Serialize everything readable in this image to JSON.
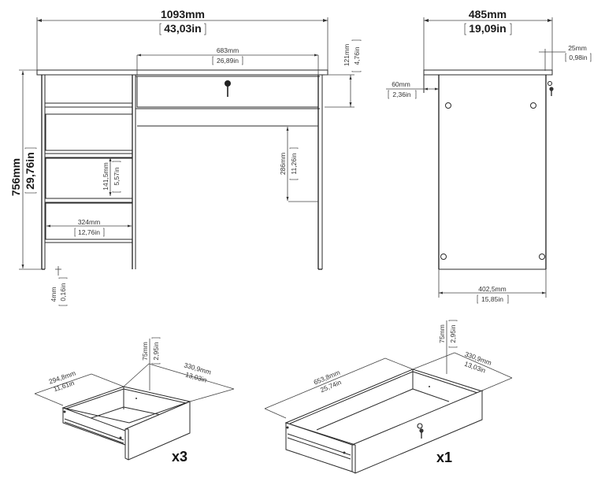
{
  "front_view": {
    "total_width": {
      "mm": "1093mm",
      "in": "43,03in"
    },
    "drawer_opening_width": {
      "mm": "683mm",
      "in": "26,89in"
    },
    "top_drawer_height": {
      "mm": "121mm",
      "in": "4,76in"
    },
    "total_height": {
      "mm": "756mm",
      "in": "29,76in"
    },
    "knee_space_height": {
      "mm": "286mm",
      "in": "11,26in"
    },
    "side_drawer_height": {
      "mm": "141,5mm",
      "in": "5,57in"
    },
    "side_drawer_width": {
      "mm": "324mm",
      "in": "12,76in"
    },
    "floor_clearance": {
      "mm": "4mm",
      "in": "0,16in"
    }
  },
  "side_view": {
    "total_depth": {
      "mm": "485mm",
      "in": "19,09in"
    },
    "top_overhang_back": {
      "mm": "25mm",
      "in": "0,98in"
    },
    "top_overhang_front": {
      "mm": "60mm",
      "in": "2,36in"
    },
    "side_panel_depth": {
      "mm": "402,5mm",
      "in": "15,85in"
    }
  },
  "small_drawer": {
    "width": {
      "mm": "294,8mm",
      "in": "11,61in"
    },
    "depth": {
      "mm": "330,9mm",
      "in": "13,03in"
    },
    "height": {
      "mm": "75mm",
      "in": "2,95in"
    },
    "quantity": "x3"
  },
  "large_drawer": {
    "width": {
      "mm": "653,8mm",
      "in": "25,74in"
    },
    "depth": {
      "mm": "330,9mm",
      "in": "13,03in"
    },
    "height": {
      "mm": "75mm",
      "in": "2,95in"
    },
    "quantity": "x1"
  },
  "colors": {
    "line": "#2a2a2a",
    "background": "#ffffff"
  }
}
